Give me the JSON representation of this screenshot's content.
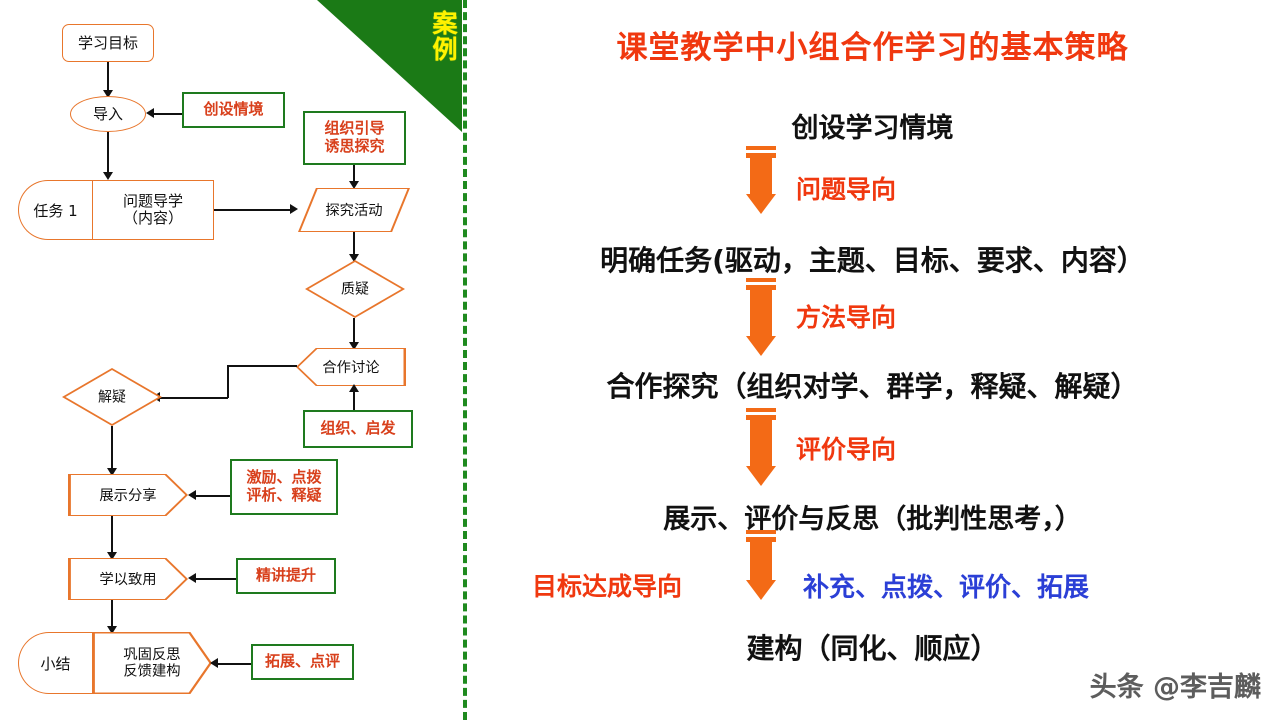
{
  "left_panel": {
    "banner_label": "案例",
    "banner_color": "#1B7A16",
    "banner_text_color": "#FFF200",
    "node_color": "#E8762C",
    "annotation_border_color": "#1E7A1E",
    "annotation_text_color": "#D8401C",
    "nodes": [
      {
        "id": "learning-goal",
        "label": "学习目标"
      },
      {
        "id": "lead-in",
        "label": "导入"
      },
      {
        "id": "task-1",
        "label": "任务 1"
      },
      {
        "id": "question-guide",
        "label": "问题导学\n（内容）"
      },
      {
        "id": "inquiry",
        "label": "探究活动"
      },
      {
        "id": "question",
        "label": "质疑"
      },
      {
        "id": "discussion",
        "label": "合作讨论"
      },
      {
        "id": "resolve",
        "label": "解疑"
      },
      {
        "id": "present-share",
        "label": "展示分享"
      },
      {
        "id": "apply",
        "label": "学以致用"
      },
      {
        "id": "summary",
        "label": "小结"
      },
      {
        "id": "consolidate",
        "label": "巩固反思\n反馈建构"
      }
    ],
    "annotations": [
      {
        "id": "create-context",
        "label": "创设情境"
      },
      {
        "id": "organize-guide",
        "label": "组织引导\n诱思探究"
      },
      {
        "id": "organize-inspire",
        "label": "组织、启发"
      },
      {
        "id": "encourage",
        "label": "激励、点拨\n评析、释疑"
      },
      {
        "id": "intensive",
        "label": "精讲提升"
      },
      {
        "id": "extend-comment",
        "label": "拓展、点评"
      }
    ]
  },
  "right_panel": {
    "title": "课堂教学中小组合作学习的基本策略",
    "title_color": "#F0380F",
    "arrow_color": "#F36A16",
    "steps": [
      {
        "id": "step-1",
        "label": "创设学习情境"
      },
      {
        "id": "step-2",
        "label": "明确任务(驱动，主题、目标、要求、内容）"
      },
      {
        "id": "step-3",
        "label": "合作探究（组织对学、群学，释疑、解疑）"
      },
      {
        "id": "step-4",
        "label": "展示、评价与反思（批判性思考，）"
      },
      {
        "id": "step-5",
        "label": "建构（同化、顺应）"
      }
    ],
    "arrow_labels": [
      {
        "id": "guide-1",
        "label": "问题导向",
        "color": "#F0380F"
      },
      {
        "id": "guide-2",
        "label": "方法导向",
        "color": "#F0380F"
      },
      {
        "id": "guide-3",
        "label": "评价导向",
        "color": "#F0380F"
      },
      {
        "id": "guide-4",
        "label": "目标达成导向",
        "color": "#F0380F"
      }
    ],
    "side_note": {
      "id": "supplement",
      "label": "补充、点拨、评价、拓展",
      "color": "#2B3FD6"
    }
  },
  "watermark": {
    "text": "头条 @李吉麟"
  }
}
